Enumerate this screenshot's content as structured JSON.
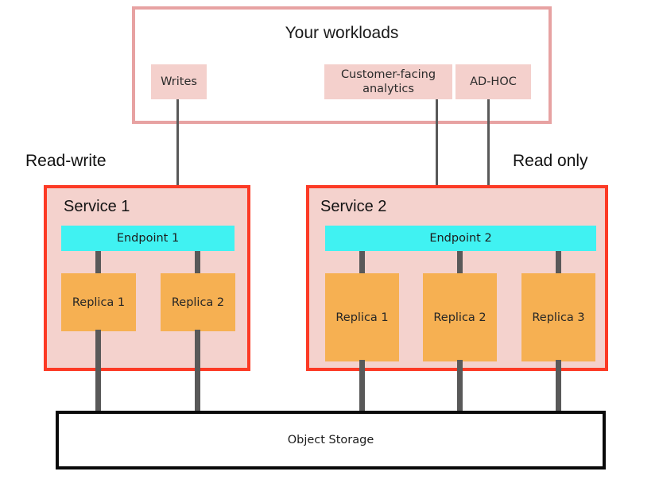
{
  "diagram": {
    "title": "Your workloads",
    "workloads": [
      {
        "id": "writes",
        "label": "Writes"
      },
      {
        "id": "customer-facing-analytics",
        "label": "Customer-facing analytics"
      },
      {
        "id": "ad-hoc",
        "label": "AD-HOC"
      }
    ],
    "captions": {
      "left": "Read-write",
      "right": "Read only"
    },
    "services": [
      {
        "id": "service-1",
        "title": "Service 1",
        "endpoint": "Endpoint 1",
        "replicas": [
          {
            "label": "Replica 1"
          },
          {
            "label": "Replica 2"
          }
        ]
      },
      {
        "id": "service-2",
        "title": "Service 2",
        "endpoint": "Endpoint 2",
        "replicas": [
          {
            "label": "Replica 1"
          },
          {
            "label": "Replica 2"
          },
          {
            "label": "Replica 3"
          }
        ]
      }
    ],
    "storage": {
      "label": "Object Storage"
    },
    "colors": {
      "workload_frame_border": "#e7a2a2",
      "workload_chip_fill": "#f4d0cc",
      "service_border": "#fc3a25",
      "service_fill": "#f4d2cd",
      "endpoint_fill": "#40f2f2",
      "replica_fill": "#f6b052",
      "connector": "#595959",
      "storage_border": "#0a0a0a",
      "background": "#ffffff"
    }
  }
}
